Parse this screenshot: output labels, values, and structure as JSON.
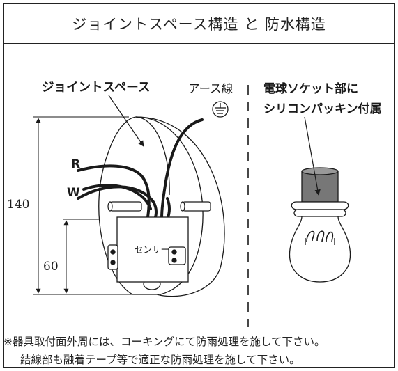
{
  "title": "ジョイントスペース構造 と 防水構造",
  "labels": {
    "joint_space": "ジョイントスペース",
    "earth_wire": "アース線",
    "bulb_line1": "電球ソケット部に",
    "bulb_line2": "シリコンパッキン付属",
    "wire_r": "R",
    "wire_w": "W",
    "sensor": "センサー"
  },
  "dimensions": {
    "height_total": "140",
    "height_lower": "60"
  },
  "notes": {
    "line1": "※器具取付面外周には、コーキングにて防雨処理を施して下さい。",
    "line2": "結線部も融着テープ等で適正な防雨処理を施して下さい。"
  },
  "icons": [
    "earth-ground-icon",
    "light-bulb-icon"
  ]
}
